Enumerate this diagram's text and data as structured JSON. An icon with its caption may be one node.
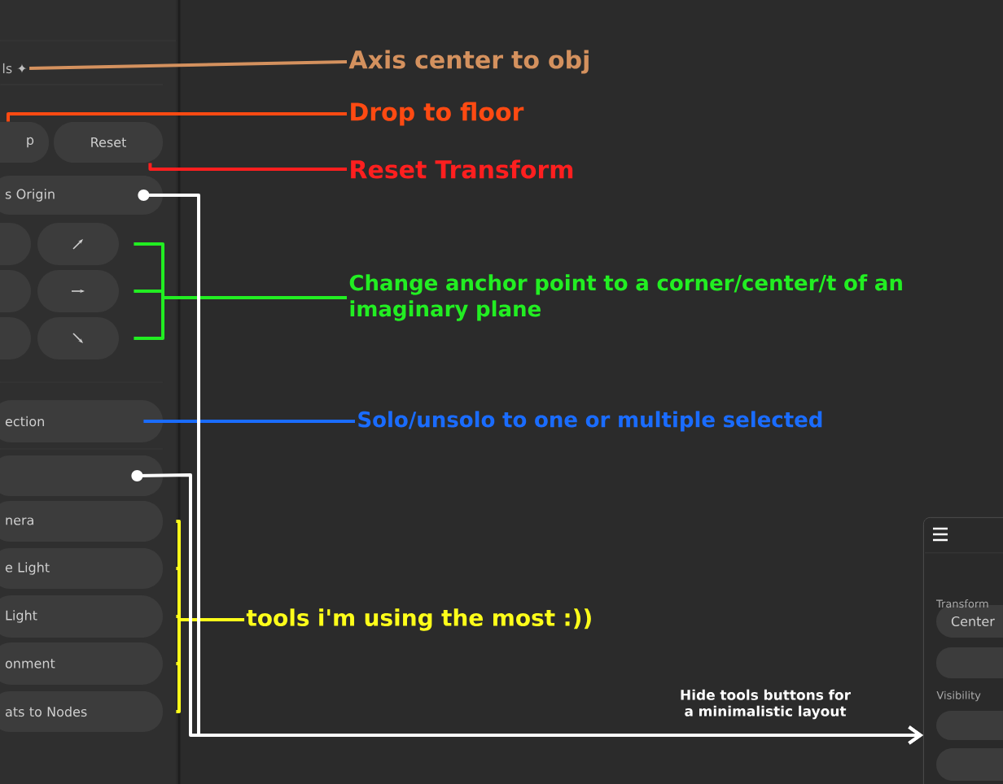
{
  "diagram": {
    "nodes": [
      {
        "text": [
          "p"
        ]
      },
      {
        "text": [
          "Reset"
        ]
      },
      {
        "text": [
          "s Origin"
        ]
      },
      {
        "text": [],
        "shape": "box"
      },
      {
        "text": [],
        "shape": "box"
      },
      {
        "text": [],
        "shape": "box"
      },
      {
        "text": [],
        "shape": "box"
      },
      {
        "text": [],
        "shape": "box"
      },
      {
        "text": [],
        "shape": "box"
      },
      {
        "text": [
          "ection"
        ]
      },
      {
        "text": [],
        "shape": "box"
      },
      {
        "text": [
          "nera"
        ]
      },
      {
        "text": [
          "e Light"
        ]
      },
      {
        "text": [
          "Light"
        ]
      },
      {
        "text": [
          "onment"
        ]
      },
      {
        "text": [
          "ats to Nodes"
        ]
      },
      {
        "text": [],
        "shape": "box"
      },
      {
        "text": [
          "Center"
        ],
        "in": 16,
        "beside": [
          "Transform"
        ]
      },
      {
        "text": [],
        "shape": "box",
        "in": 16
      },
      {
        "text": [],
        "shape": "box",
        "in": 16
      },
      {
        "text": [],
        "shape": "box",
        "in": 16
      },
      {
        "text": [
          "Axis center to obj"
        ]
      },
      {
        "text": [
          "Drop to floor"
        ]
      },
      {
        "text": [
          "Reset Transform"
        ]
      },
      {
        "text": [
          "Change anchor point to a corner/center/t of an imaginary plane"
        ]
      },
      {
        "text": [
          "Solo/unsolo to one or multiple selected"
        ]
      },
      {
        "text": [
          "tools i'm using the most :))"
        ]
      },
      {
        "text": [
          "ls ✦"
        ]
      }
    ],
    "edges": [
      {
        "from": 21,
        "to": 27,
        "arrow": "none",
        "color": "#d4915e"
      },
      {
        "from": 22,
        "to": 0,
        "arrow": "none",
        "color": "#ff4a12"
      },
      {
        "from": 23,
        "to": 1,
        "arrow": "none",
        "color": "#ff1f1f"
      },
      {
        "from": 24,
        "to": 4,
        "arrow": "none",
        "color": "#22ee22"
      },
      {
        "from": 24,
        "to": 6,
        "arrow": "none",
        "color": "#22ee22"
      },
      {
        "from": 24,
        "to": 8,
        "arrow": "none",
        "color": "#22ee22"
      },
      {
        "from": 25,
        "to": 9,
        "arrow": "none",
        "color": "#1a6cff"
      },
      {
        "from": 26,
        "to": 11,
        "arrow": "none",
        "color": "#ffff1a"
      },
      {
        "from": 26,
        "to": 12,
        "arrow": "none",
        "color": "#ffff1a"
      },
      {
        "from": 26,
        "to": 13,
        "arrow": "none",
        "color": "#ffff1a"
      },
      {
        "from": 26,
        "to": 14,
        "arrow": "none",
        "color": "#ffff1a"
      },
      {
        "from": 26,
        "to": 15,
        "arrow": "none",
        "color": "#ffff1a"
      },
      {
        "from": 2,
        "to": 16,
        "arrow": "to",
        "color": "#ffffff",
        "label": "Hide tools buttons for a minimalistic layout"
      },
      {
        "from": 10,
        "to": 16,
        "arrow": "to",
        "color": "#ffffff"
      }
    ],
    "labels": [
      "Visibility"
    ]
  }
}
